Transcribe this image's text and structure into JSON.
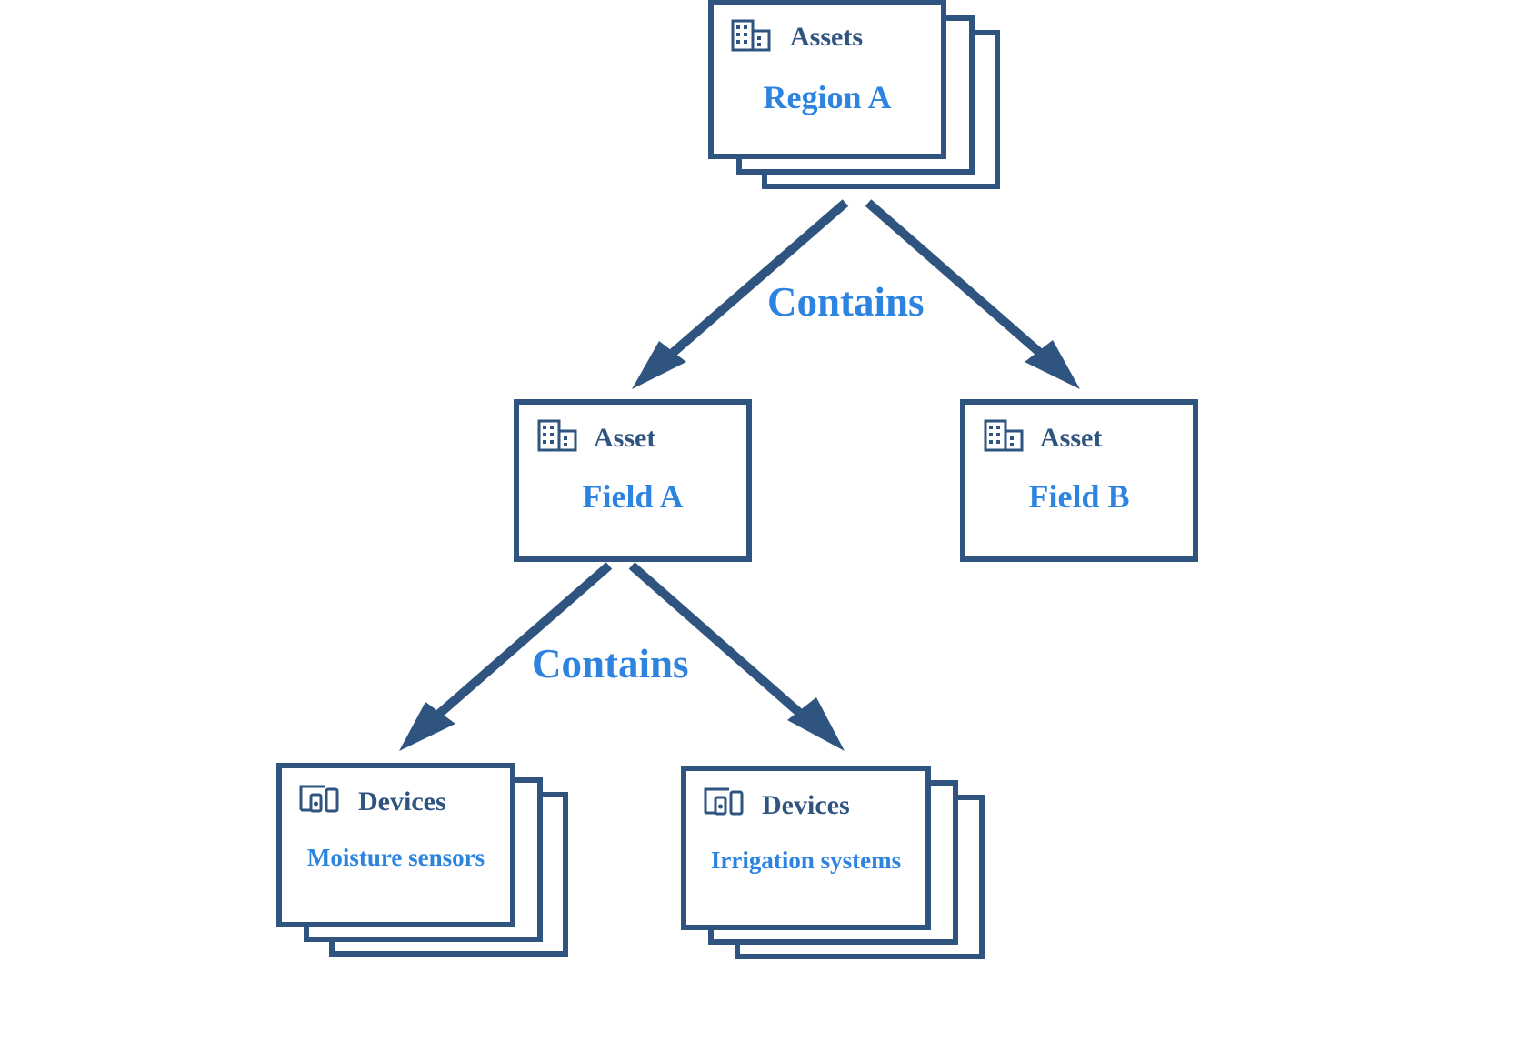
{
  "colors": {
    "border": "#2f5480",
    "kind_text": "#2f5480",
    "name_text": "#2d84e0",
    "relationship_text": "#2d84e0",
    "arrow": "#2f5480"
  },
  "nodes": {
    "region_a": {
      "kind": "Assets",
      "name": "Region A",
      "icon": "building-icon",
      "stacked": true
    },
    "field_a": {
      "kind": "Asset",
      "name": "Field A",
      "icon": "building-icon",
      "stacked": false
    },
    "field_b": {
      "kind": "Asset",
      "name": "Field B",
      "icon": "building-icon",
      "stacked": false
    },
    "moisture_sensors": {
      "kind": "Devices",
      "name": "Moisture sensors",
      "icon": "devices-icon",
      "stacked": true
    },
    "irrigation_systems": {
      "kind": "Devices",
      "name": "Irrigation systems",
      "icon": "devices-icon",
      "stacked": true
    }
  },
  "relationships": {
    "top": {
      "label": "Contains",
      "from": "region_a",
      "to": [
        "field_a",
        "field_b"
      ]
    },
    "middle": {
      "label": "Contains",
      "from": "field_a",
      "to": [
        "moisture_sensors",
        "irrigation_systems"
      ]
    }
  }
}
